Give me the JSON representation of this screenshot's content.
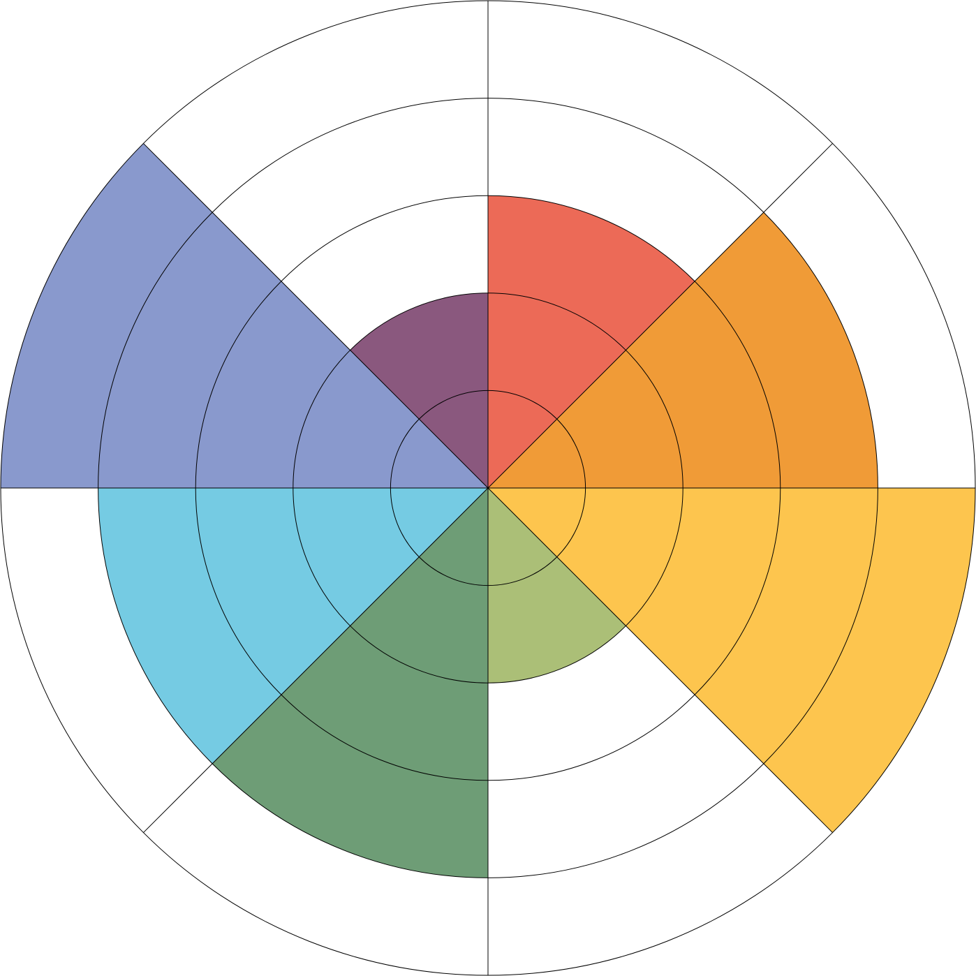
{
  "chart_data": {
    "type": "polar-area",
    "title": "",
    "rmax": 5,
    "ring_values": [
      1,
      2,
      3,
      4,
      5
    ],
    "grid": true,
    "start_angle_deg": 0,
    "direction": "clockwise",
    "sectors": [
      {
        "value": 3,
        "color": "#EC6A57"
      },
      {
        "value": 4,
        "color": "#F09B37"
      },
      {
        "value": 5,
        "color": "#FDC54E"
      },
      {
        "value": 2,
        "color": "#ABBF77"
      },
      {
        "value": 4,
        "color": "#6E9D76"
      },
      {
        "value": 4,
        "color": "#75CBE3"
      },
      {
        "value": 5,
        "color": "#8999CD"
      },
      {
        "value": 2,
        "color": "#8A587E"
      }
    ]
  }
}
